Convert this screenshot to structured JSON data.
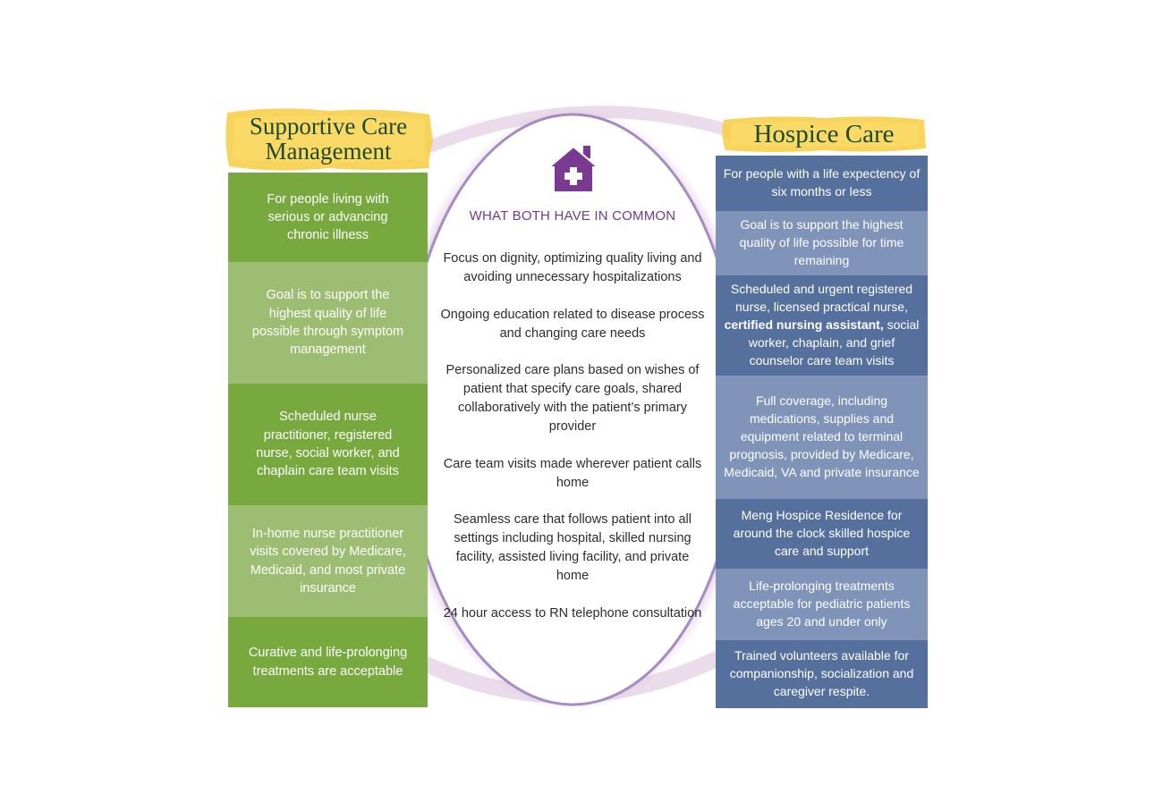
{
  "left": {
    "title_line1": "Supportive Care",
    "title_line2": "Management",
    "items": [
      "For people living with serious or advancing chronic illness",
      "Goal is to support the highest quality of life possible through symptom management",
      "Scheduled nurse practitioner, registered nurse, social worker, and chaplain care team visits",
      "In-home nurse practitioner visits covered by Medicare, Medicaid, and most private insurance",
      "Curative and life-prolonging treatments are acceptable"
    ]
  },
  "right": {
    "title": "Hospice Care",
    "items": [
      "For people with a life expectency of six months or less",
      "Goal is to support the highest quality of life possible for time remaining",
      "Full coverage, including medications, supplies and equipment related to terminal prognosis, provided by Medicare, Medicaid, VA and private insurance",
      "Meng Hospice Residence for around the clock skilled hospice care and support",
      "Life-prolonging treatments acceptable for pediatric patients ages 20 and under only",
      "Trained volunteers available for companionship, socialization and caregiver respite."
    ],
    "team_item": {
      "before": "Scheduled and urgent registered nurse, licensed practical nurse, ",
      "highlight": "certified nursing assistant,",
      "after": " social worker, chaplain, and grief counselor care team visits"
    }
  },
  "center": {
    "title": "WHAT BOTH HAVE IN COMMON",
    "icon": "house-medical-icon",
    "points": [
      "Focus on dignity, optimizing quality living and avoiding unnecessary hospitalizations",
      "Ongoing education related to disease process and changing care needs",
      "Personalized care plans based on wishes of patient that specify care goals, shared collaboratively with the patient’s primary provider",
      "Care team visits made wherever patient calls home",
      "Seamless care that follows patient into all settings including hospital, skilled nursing facility, assisted living facility, and private home",
      "24 hour access to RN telephone consultation"
    ]
  },
  "colors": {
    "green_dark": "#77a93f",
    "green_light": "#9dbe72",
    "blue_dark": "#56709e",
    "blue_light": "#8093b9",
    "purple": "#6f3b8c",
    "banner_yellow": "#f7cf4a"
  }
}
